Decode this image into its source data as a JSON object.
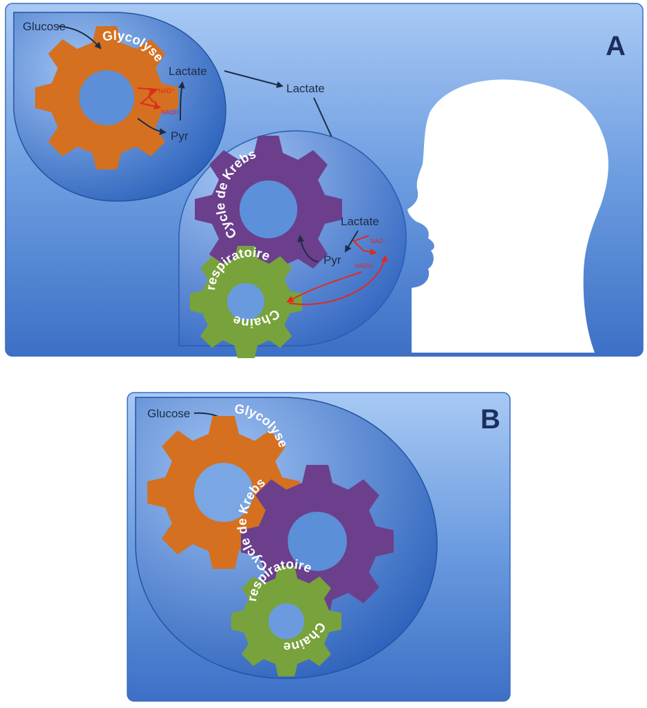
{
  "panel_a": {
    "letter": "A",
    "cell_1": {
      "glucose": "Glucose",
      "gear_label": "Glycolyse",
      "lactate": "Lactate",
      "pyr": "Pyr",
      "nad_plus": "NAD⁺",
      "nadh": "NADH"
    },
    "transport_lactate": "Lactate",
    "cell_2": {
      "krebs_label": "Cycle de Krebs",
      "chain_label_1": "respiratoire",
      "chain_label_2": "Chaine",
      "lactate": "Lactate",
      "pyr": "Pyr",
      "nad_plus": "NAD⁺",
      "nadh": "NADH"
    }
  },
  "panel_b": {
    "letter": "B",
    "glucose": "Glucose",
    "glyco_label": "Glycolyse",
    "krebs_label": "Cycle de Krebs",
    "chain_label_1": "respiratoire",
    "chain_label_2": "Chaine"
  },
  "colors": {
    "glycolysis_gear": "#d4701f",
    "krebs_gear": "#6b3f8c",
    "chain_gear": "#78a23c",
    "panel_blue": "#6f9ee0",
    "arrow_dark": "#1c2c46",
    "arrow_red": "#e02a1e"
  }
}
